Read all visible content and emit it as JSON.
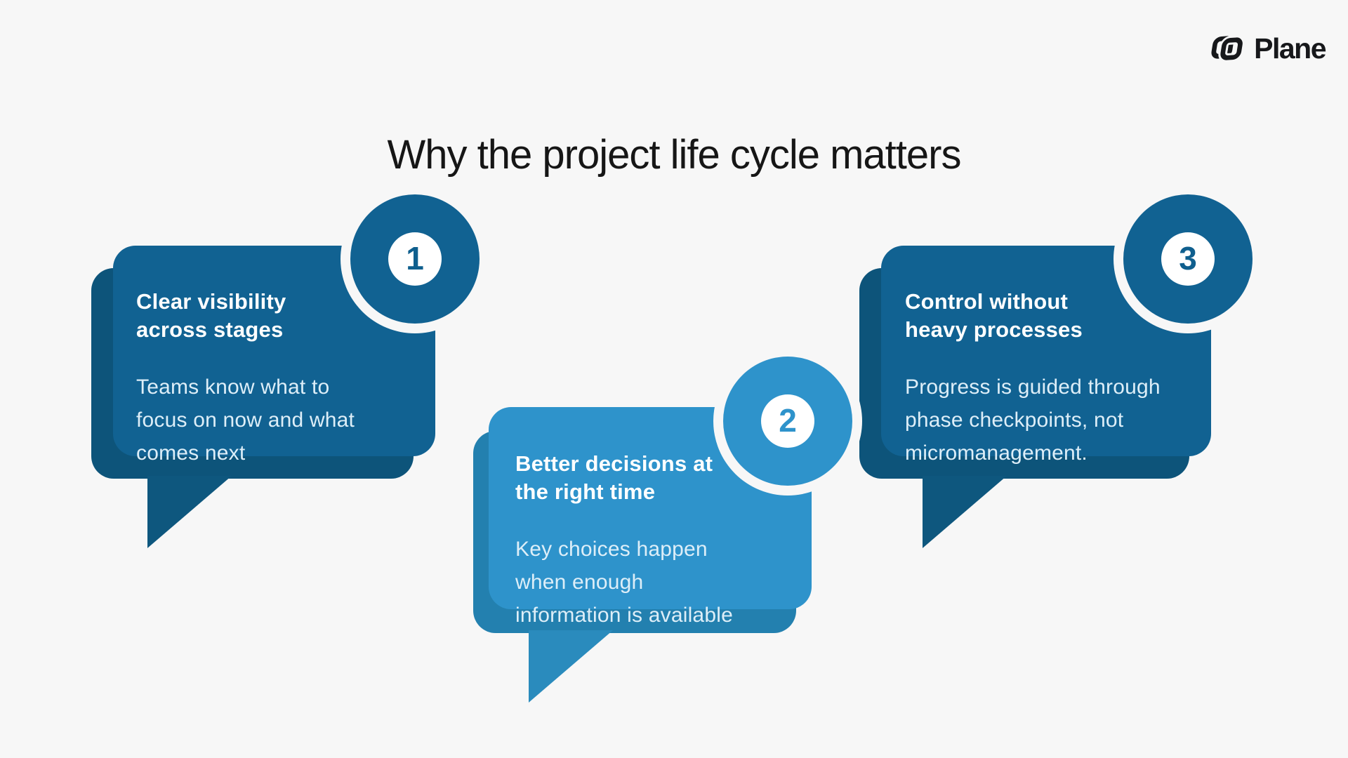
{
  "page": {
    "title": "Why the project life cycle matters",
    "background": "#f7f7f7",
    "title_color": "#161616"
  },
  "logo": {
    "brand": "Plane",
    "mark": "plane-logo-mark",
    "color": "#17181b"
  },
  "cards": [
    {
      "number": "1",
      "title": "Clear visibility\nacross stages",
      "body": "Teams know what to\nfocus on now and what\ncomes next",
      "colors": {
        "main": "#116292",
        "shadow": "#0d547a",
        "tail": "#0e577e",
        "number": "#0f5f8e"
      }
    },
    {
      "number": "2",
      "title": "Better decisions at\nthe right time",
      "body": "Key choices happen\nwhen enough\ninformation is available",
      "colors": {
        "main": "#2e93cb",
        "shadow": "#2380af",
        "tail": "#2a8bbd",
        "number": "#2e93cb"
      }
    },
    {
      "number": "3",
      "title": "Control without\nheavy processes",
      "body": "Progress is guided through\nphase checkpoints, not\nmicromanagement.",
      "colors": {
        "main": "#116292",
        "shadow": "#0d547a",
        "tail": "#0e577e",
        "number": "#0f5f8e"
      }
    }
  ]
}
